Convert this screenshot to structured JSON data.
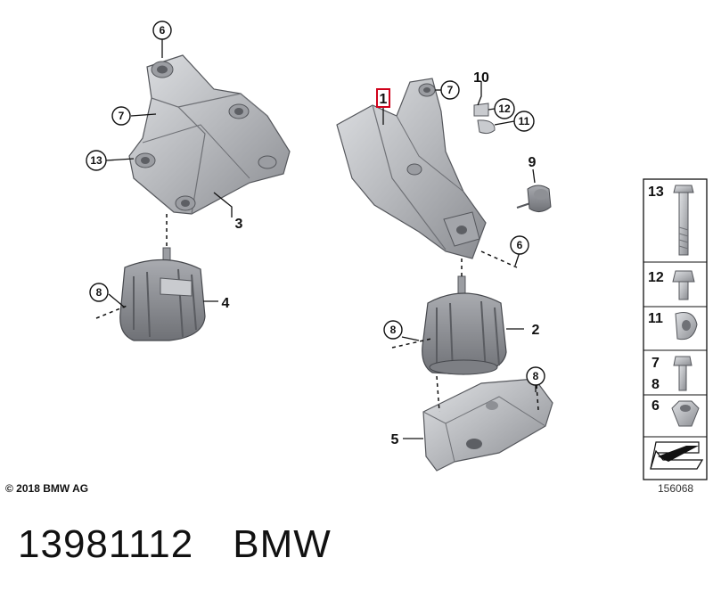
{
  "callouts": {
    "c6a": "6",
    "c7a": "7",
    "c13": "13",
    "c3": "3",
    "c8a": "8",
    "c4": "4",
    "c1": "1",
    "c7b": "7",
    "c10": "10",
    "c12": "12",
    "c11": "11",
    "c9": "9",
    "c6b": "6",
    "c8b": "8",
    "c2": "2",
    "c8c": "8",
    "c5": "5"
  },
  "parts_panel": {
    "p13": "13",
    "p12": "12",
    "p11": "11",
    "p7": "7",
    "p8": "8",
    "p6": "6"
  },
  "copyright": "© 2018 BMW AG",
  "image_number": "156068",
  "footer": {
    "part_number": "13981112",
    "brand": "BMW"
  },
  "colors": {
    "part_fill": "#b9bbbf",
    "part_shadow": "#8e9095",
    "part_light": "#dcdee1",
    "highlight_box": "#d0021b",
    "line": "#111111"
  }
}
